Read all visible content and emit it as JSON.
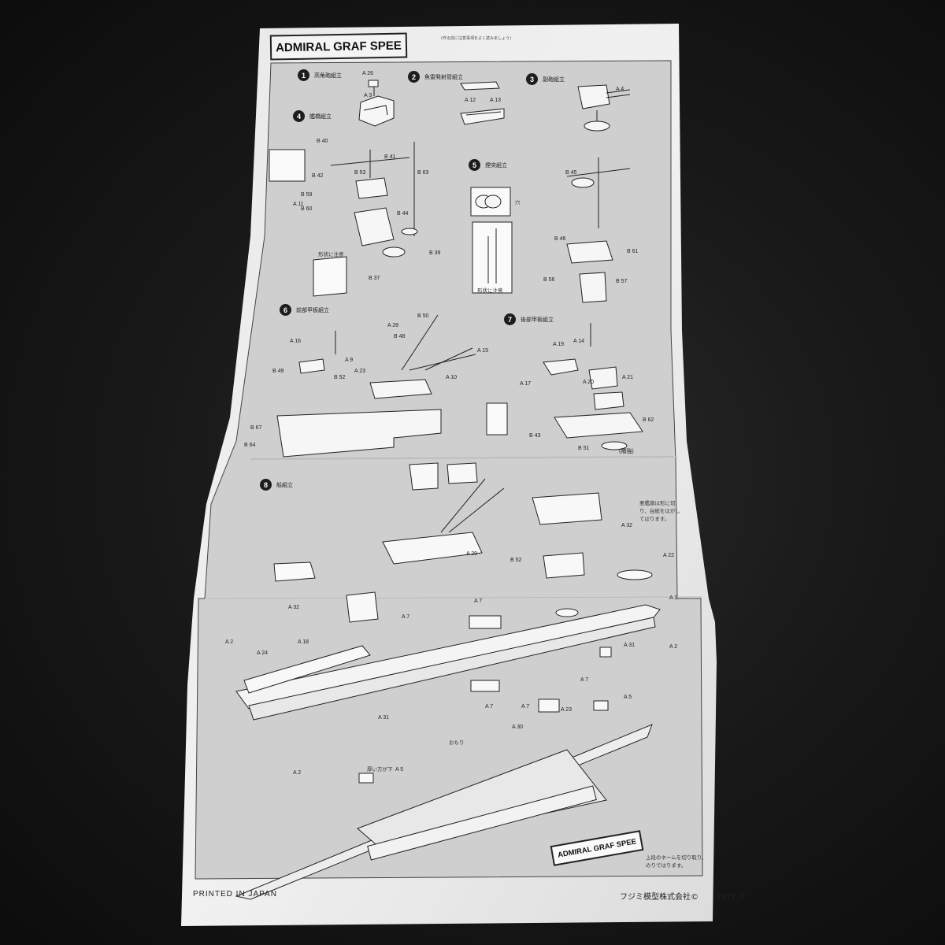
{
  "title": "ADMIRAL GRAF SPEE",
  "header_note": "(作る前に注意事項をよく読みましょう)",
  "steps": [
    {
      "num": "1",
      "label": "高角砲組立"
    },
    {
      "num": "2",
      "label": "魚雷発射管組立"
    },
    {
      "num": "3",
      "label": "副砲組立"
    },
    {
      "num": "4",
      "label": "艦橋組立"
    },
    {
      "num": "5",
      "label": "煙突組立"
    },
    {
      "num": "6",
      "label": "前部甲板組立"
    },
    {
      "num": "7",
      "label": "後部甲板組立"
    },
    {
      "num": "8",
      "label": "船組立"
    }
  ],
  "parts": {
    "a26": "A 26",
    "a3": "A 3",
    "a12": "A 12",
    "a13": "A 13",
    "a4": "A 4",
    "b40": "B 40",
    "b41": "B 41",
    "b42": "B 42",
    "b53": "B 53",
    "b63": "B 63",
    "b59": "B 59",
    "b60": "B 60",
    "a11": "A 11",
    "b44": "B 44",
    "b39": "B 39",
    "b37": "B 37",
    "b45": "B 45",
    "b46": "B 46",
    "b61": "B 61",
    "b56": "B 56",
    "b57": "B 57",
    "b50": "B 50",
    "a28": "A 28",
    "a16": "A 16",
    "b48": "B 48",
    "b49": "B 49",
    "a9": "A 9",
    "a23": "A 23",
    "b52": "B 52",
    "a15": "A 15",
    "a10": "A 10",
    "a14": "A 14",
    "a19": "A 19",
    "a17": "A 17",
    "a20": "A 20",
    "a21": "A 21",
    "b62": "B 62",
    "b43": "B 43",
    "b51": "B 51",
    "b67": "B 67",
    "b64": "B 64",
    "a32": "A 32",
    "a22": "A 22",
    "a29": "A 29",
    "a1": "A 1",
    "a7": "A 7",
    "a2": "A 2",
    "a24": "A 24",
    "a18": "A 18",
    "a31": "A 31",
    "a5": "A 5",
    "a30": "A 30"
  },
  "notes": {
    "omori": "おもり",
    "thick_side": "厚い方が下",
    "name_cut": "上段のネームを切り取り、のりではります。",
    "mast_note": "悪艦旗は形に切り、台紙をはがしてはります。",
    "katachi": "形状に注意",
    "hole": "穴",
    "fuzui": "(補強)"
  },
  "name_plate": "ADMIRAL GRAF SPEE",
  "footer": {
    "printed": "PRINTED IN JAPAN",
    "company": "フジミ模型株式会社©",
    "date": "1977.3"
  }
}
